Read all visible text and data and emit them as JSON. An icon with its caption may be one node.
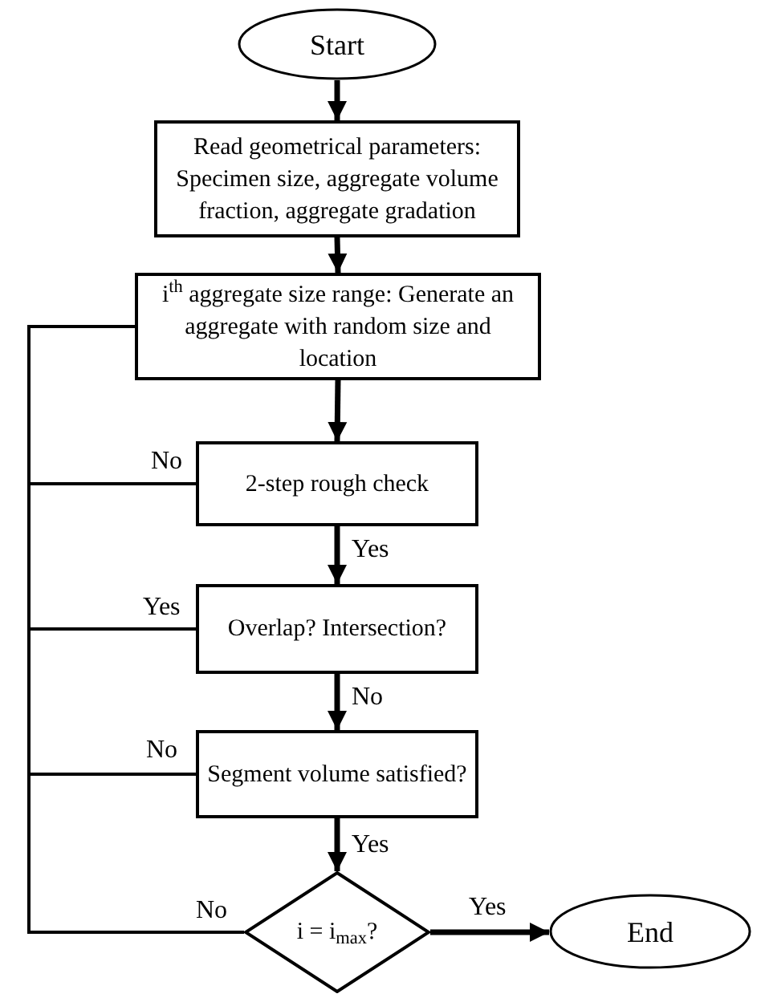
{
  "diagram": {
    "nodes": [
      {
        "text": [
          "Start"
        ]
      },
      {
        "text": [
          "Read geometrical parameters: Specimen size, aggregate volume fraction, aggregate gradation"
        ]
      },
      {
        "text": [
          "i$^{th}$ aggregate size range: Generate an aggregate with random size and location"
        ]
      },
      {
        "text": [
          "2-step rough check"
        ]
      },
      {
        "text": [
          "Overlap? Intersection?"
        ]
      },
      {
        "text": [
          "Segment volume satisfied?"
        ]
      },
      {
        "text": [
          "i = i$_{max}$?"
        ]
      },
      {
        "text": [
          "End"
        ]
      }
    ],
    "edges": [
      {
        "from": 0,
        "to": 1,
        "arrow": "to"
      },
      {
        "from": 1,
        "to": 2,
        "arrow": "to"
      },
      {
        "from": 2,
        "to": 3,
        "arrow": "to"
      },
      {
        "from": 3,
        "to": 4,
        "arrow": "to",
        "label": "Yes"
      },
      {
        "from": 4,
        "to": 5,
        "arrow": "to",
        "label": "No"
      },
      {
        "from": 5,
        "to": 6,
        "arrow": "to",
        "label": "Yes"
      },
      {
        "from": 6,
        "to": 7,
        "arrow": "to",
        "label": "Yes"
      },
      {
        "from": 3,
        "to": 2,
        "arrow": "none",
        "label": "No"
      },
      {
        "from": 4,
        "to": 2,
        "arrow": "none",
        "label": "Yes"
      },
      {
        "from": 5,
        "to": 2,
        "arrow": "none",
        "label": "No"
      },
      {
        "from": 6,
        "to": 2,
        "arrow": "none",
        "label": "No"
      }
    ]
  }
}
